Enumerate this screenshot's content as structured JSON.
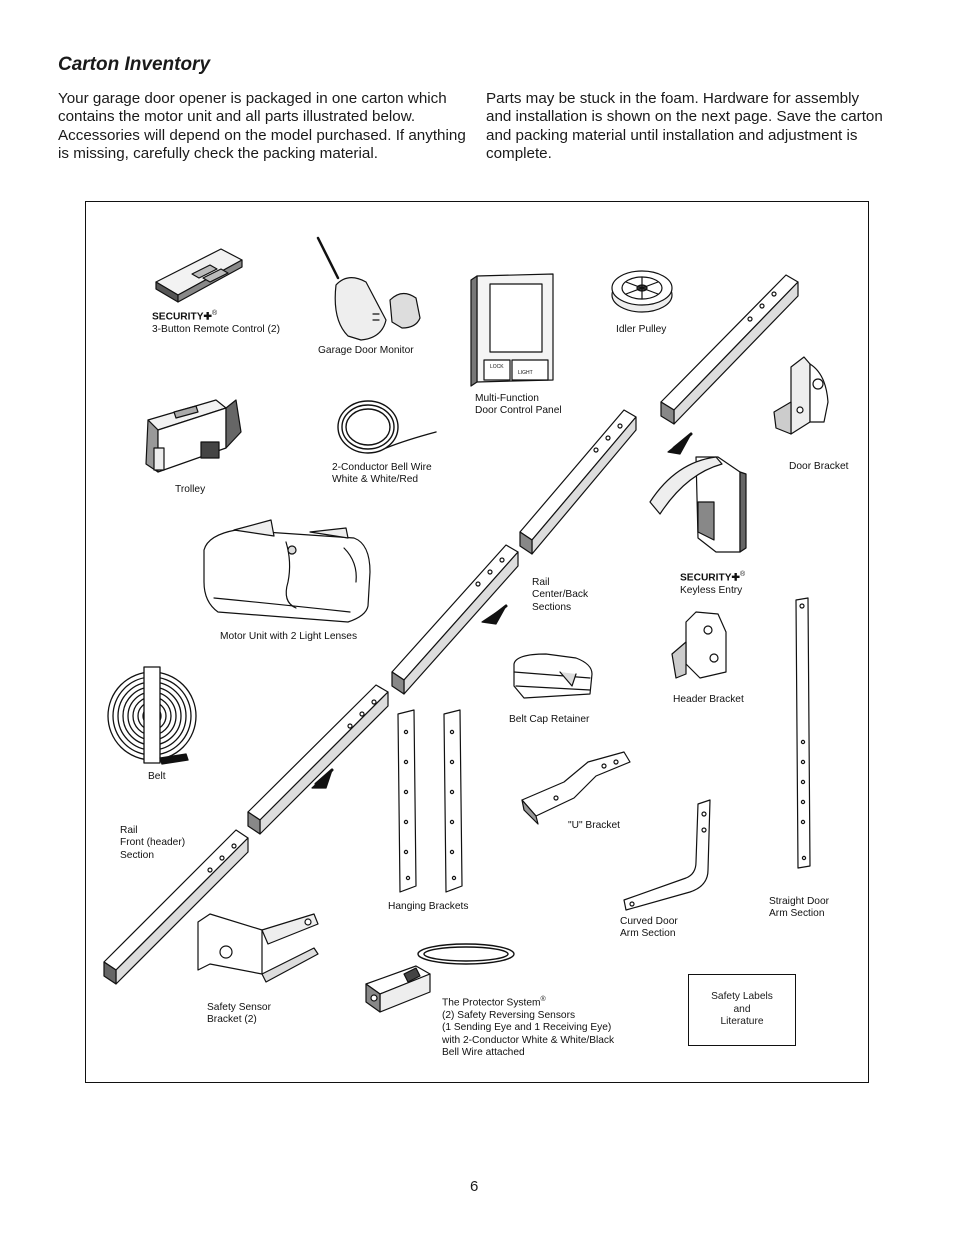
{
  "heading": "Carton Inventory",
  "intro_left": "Your garage door opener is packaged in one carton which contains the motor unit and all parts illustrated below. Accessories will depend on the model purchased. If anything is missing, carefully check the packing material.",
  "intro_right": "Parts may be stuck in the foam. Hardware for assembly and installation is shown on the next page. Save the carton and packing material until installation and adjustment is complete.",
  "brand": "SECURITY✚",
  "brand_mark": "®",
  "parts": {
    "remote": "3-Button Remote Control (2)",
    "monitor": "Garage Door Monitor",
    "panel": "Multi-Function\nDoor Control Panel",
    "pulley": "Idler Pulley",
    "trolley": "Trolley",
    "bellwire": "2-Conductor Bell Wire\nWhite & White/Red",
    "door_bracket": "Door Bracket",
    "keyless": "Keyless Entry",
    "motor": "Motor Unit with 2 Light Lenses",
    "rail_center": "Rail\nCenter/Back\nSections",
    "header_bracket": "Header Bracket",
    "belt": "Belt",
    "belt_cap": "Belt Cap Retainer",
    "u_bracket": "\"U\" Bracket",
    "rail_front": "Rail\nFront (header)\nSection",
    "hanging": "Hanging Brackets",
    "straight_arm": "Straight Door\nArm Section",
    "curved_arm": "Curved Door\nArm Section",
    "sensor_bracket": "Safety Sensor\nBracket (2)",
    "protector_title": "The Protector System",
    "protector_mark": "®",
    "protector_body": "(2) Safety Reversing Sensors\n(1 Sending Eye and 1 Receiving Eye)\nwith 2-Conductor White & White/Black\nBell Wire attached",
    "safety_labels": "Safety Labels\nand\nLiterature"
  },
  "panel_buttons": [
    "LOCK",
    "LIGHT"
  ],
  "page_number": "6"
}
